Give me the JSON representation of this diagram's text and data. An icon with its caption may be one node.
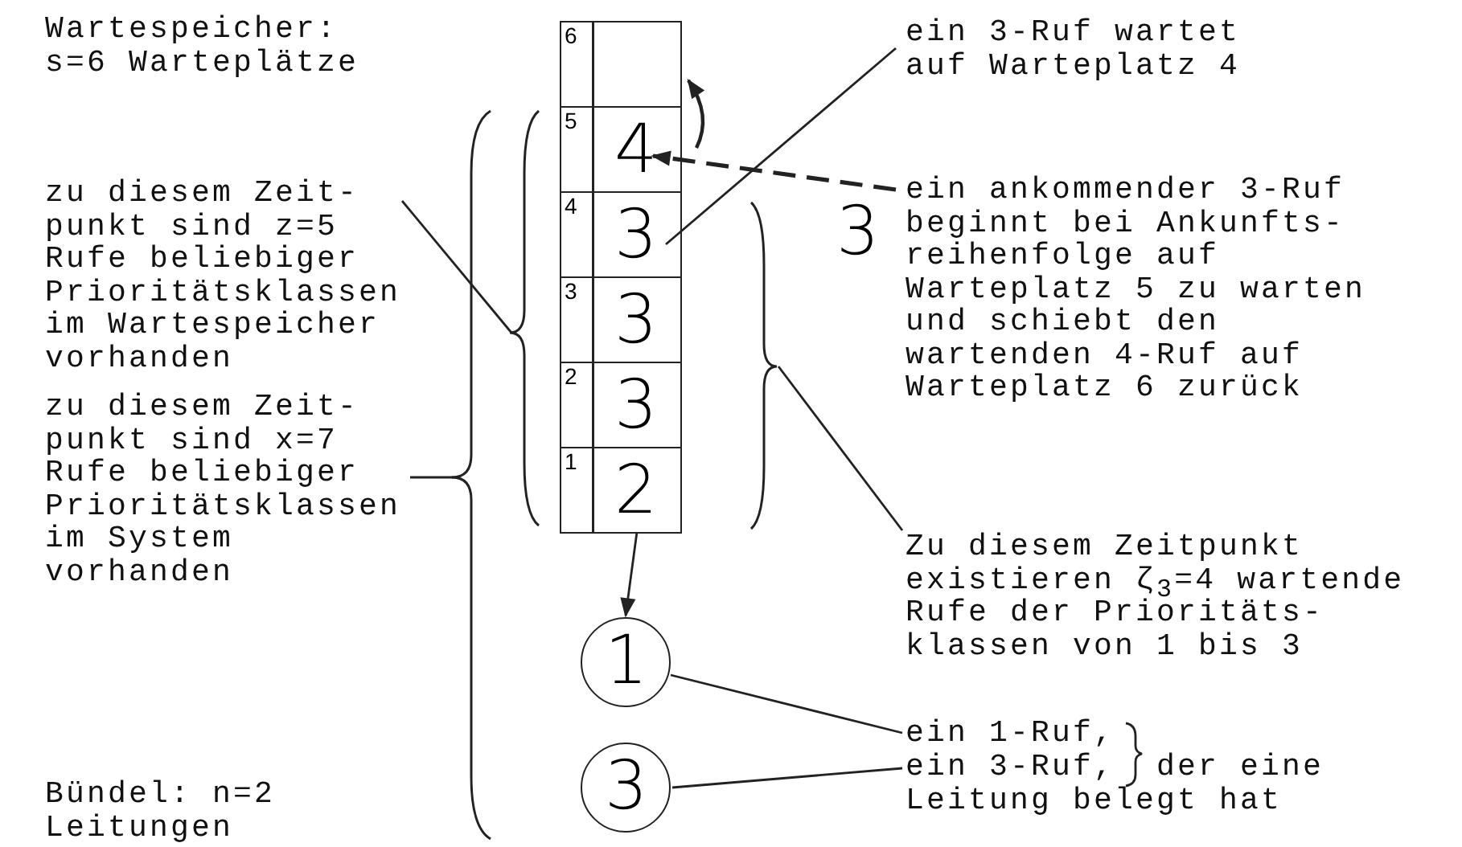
{
  "diagram": {
    "nodes": [
      {
        "text": [
          "6"
        ]
      },
      {
        "text": [
          "5",
          "4"
        ]
      },
      {
        "text": [
          "4",
          "3"
        ]
      },
      {
        "text": [
          "3",
          "3"
        ]
      },
      {
        "text": [
          "2",
          "3"
        ]
      },
      {
        "text": [
          "1",
          "2"
        ]
      },
      {
        "text": [
          "1"
        ]
      },
      {
        "text": [
          "3"
        ]
      },
      {
        "text": [
          "zu diesem Zeit- punkt sind z=5 Rufe beliebiger Prioritätsklassen im Wartespeicher vorhanden"
        ]
      },
      {
        "text": [],
        "shape": "brace"
      },
      {
        "text": [
          "zu diesem Zeit- punkt sind x=7 Rufe beliebiger Prioritätsklassen im System vorhanden"
        ]
      },
      {
        "text": [],
        "shape": "brace"
      },
      {
        "text": [
          "ein 3-Ruf wartet auf Warteplatz 4"
        ]
      },
      {
        "text": [
          "ein ankommender 3-Ruf beginnt bei Ankunfts- reihenfolge auf Warteplatz 5 zu warten und schiebt den wartenden 4-Ruf auf Warteplatz 6 zurück"
        ]
      },
      {
        "text": [],
        "shape": "brace"
      },
      {
        "text": [
          "Zu diesem Zeitpunkt existieren ζ$_{3}$=4 wartende Rufe der Prioritäts- klassen von 1 bis 3"
        ]
      },
      {
        "text": [
          "ein 1-Ruf,"
        ]
      },
      {
        "text": [
          "ein 3-Ruf,"
        ]
      }
    ],
    "edges": [
      {
        "from": 8,
        "to": 9,
        "arrow": "none"
      },
      {
        "from": 10,
        "to": 11,
        "arrow": "none"
      },
      {
        "from": 12,
        "to": 2,
        "arrow": "none"
      },
      {
        "from": 13,
        "to": 1,
        "arrow": "to",
        "style": "dashed"
      },
      {
        "from": 1,
        "to": 0,
        "arrow": "to"
      },
      {
        "from": 5,
        "to": 6,
        "arrow": "to"
      },
      {
        "from": 15,
        "to": 14,
        "arrow": "none"
      },
      {
        "from": 16,
        "to": 6,
        "arrow": "none"
      },
      {
        "from": 17,
        "to": 7,
        "arrow": "none"
      }
    ],
    "labels": [
      "Wartespeicher: s=6 Warteplätze",
      "3",
      "Bündel: n=2 Leitungen",
      "der eine Leitung belegt hat"
    ]
  }
}
